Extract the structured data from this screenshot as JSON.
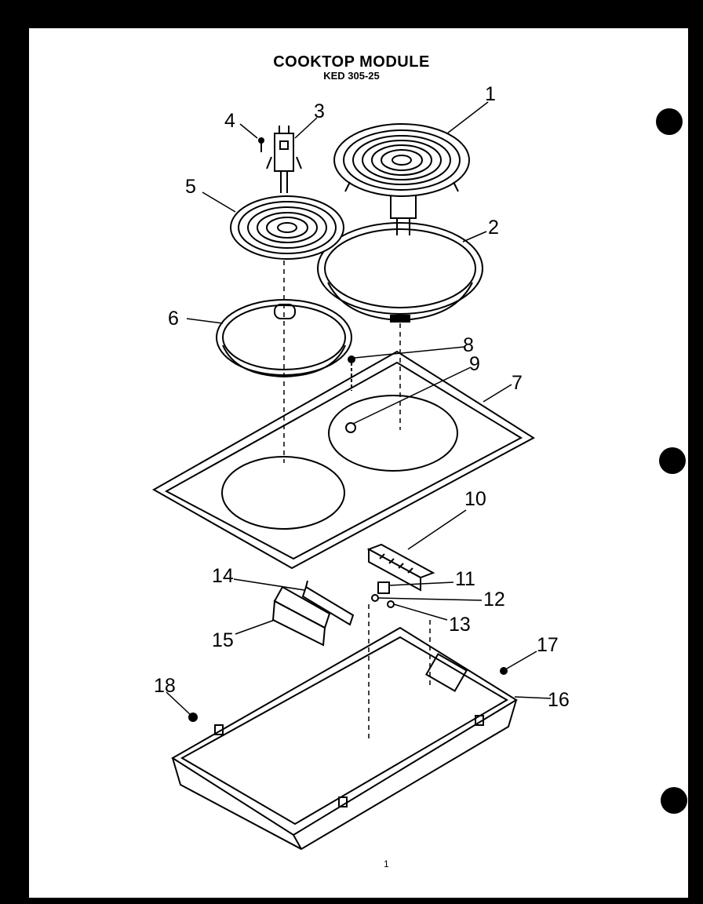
{
  "title": "COOKTOP MODULE",
  "model": "KED 305-25",
  "callouts": [
    "1",
    "2",
    "3",
    "4",
    "5",
    "6",
    "7",
    "8",
    "9",
    "10",
    "11",
    "12",
    "13",
    "14",
    "15",
    "16",
    "17",
    "18"
  ],
  "footer_mark": "1"
}
